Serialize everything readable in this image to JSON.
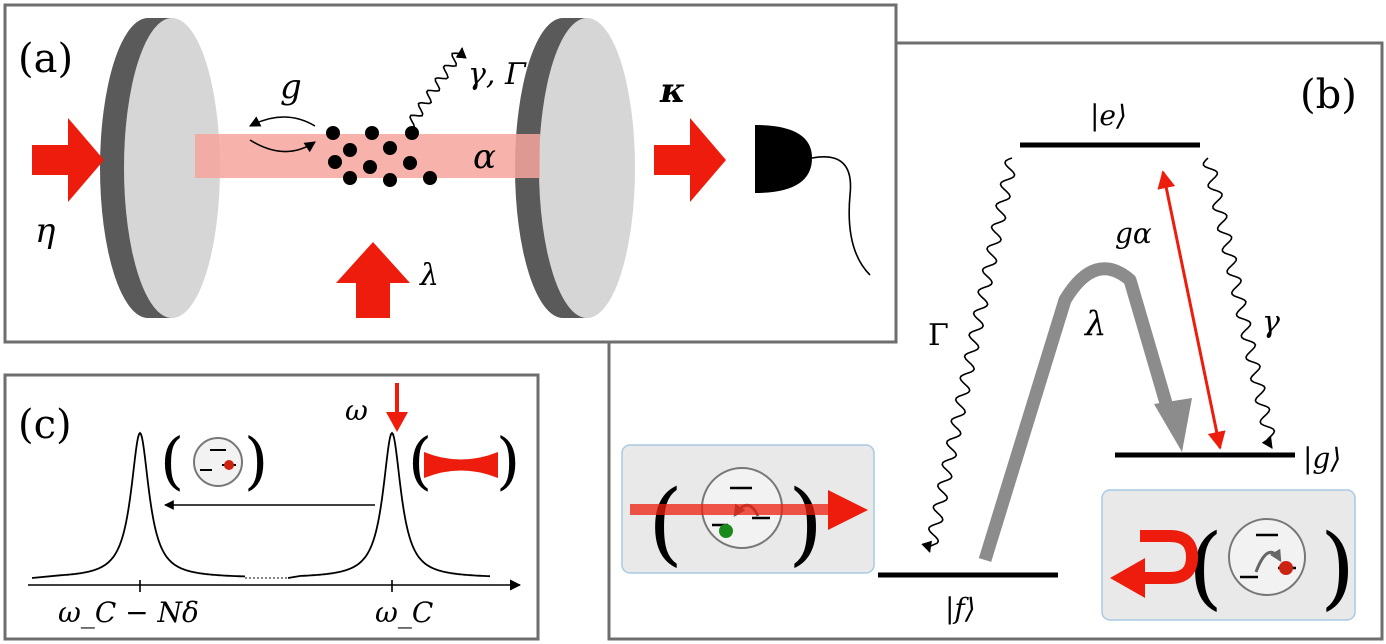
{
  "panels": {
    "a": {
      "tag": "(a)",
      "labels": {
        "coupling": "g",
        "decay": "γ, Γ",
        "cavity_loss": "κ",
        "pump": "η",
        "field": "α",
        "transverse_pump": "λ"
      }
    },
    "b": {
      "tag": "(b)",
      "levels": {
        "excited": "|e⟩",
        "ground": "|g⟩",
        "final": "|f⟩"
      },
      "labels": {
        "cavity_coupling": "gα",
        "raman": "λ",
        "decay_f": "Γ",
        "decay_g": "γ"
      }
    },
    "c": {
      "tag": "(c)",
      "labels": {
        "probe": "ω",
        "axis_left": "ω_C − Nδ",
        "axis_right": "ω_C"
      }
    }
  },
  "colors": {
    "red": "#ee1c0c",
    "beam": "#f4a59c",
    "mirror_dark": "#5a5a5a",
    "mirror_light": "#d6d6d6",
    "frame": "#6e6e6e",
    "inset_bg": "#e9e9e9",
    "inset_border": "#a9c9e4",
    "gray_arrow": "#8c8c8c",
    "green": "#1a8a1a"
  }
}
